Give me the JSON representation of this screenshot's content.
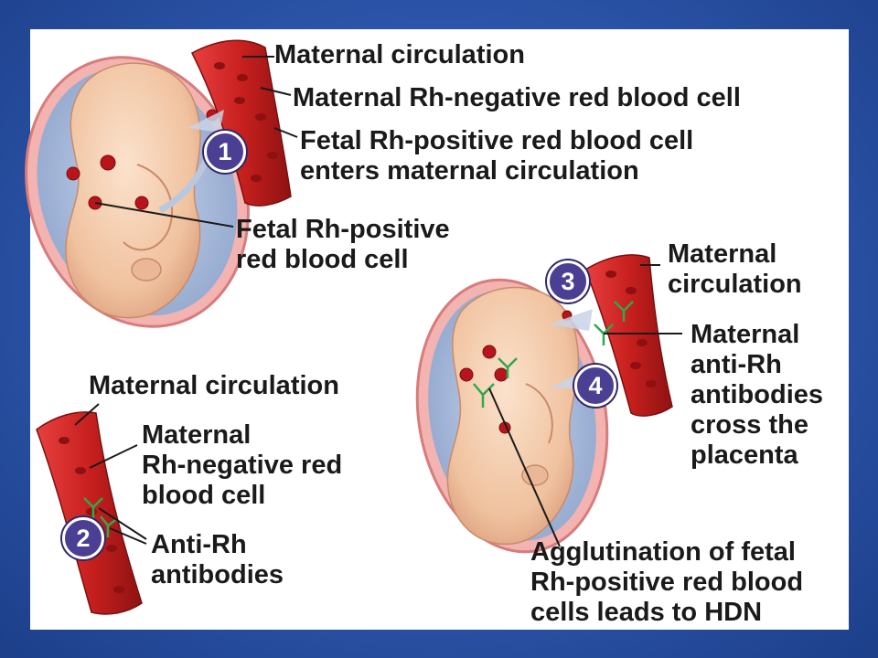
{
  "labels": {
    "maternal_circulation_1": "Maternal circulation",
    "maternal_rh_negative_1": "Maternal Rh-negative red blood cell",
    "fetal_enters_line1": "Fetal Rh-positive red blood cell",
    "fetal_enters_line2": "enters maternal circulation",
    "fetal_rbc_line1": "Fetal Rh-positive",
    "fetal_rbc_line2": "red blood cell",
    "maternal_circulation_2": "Maternal circulation",
    "maternal_rh_neg_2_line1": "Maternal",
    "maternal_rh_neg_2_line2": "Rh-negative red",
    "maternal_rh_neg_2_line3": "blood cell",
    "anti_rh_line1": "Anti-Rh",
    "anti_rh_line2": "antibodies",
    "maternal_circulation_3_line1": "Maternal",
    "maternal_circulation_3_line2": "circulation",
    "cross_line1": "Maternal",
    "cross_line2": "anti-Rh",
    "cross_line3": "antibodies",
    "cross_line4": "cross the",
    "cross_line5": "placenta",
    "agglutination_line1": "Agglutination of fetal",
    "agglutination_line2": "Rh-positive red blood",
    "agglutination_line3": "cells leads to HDN"
  },
  "steps": [
    "1",
    "2",
    "3",
    "4"
  ],
  "colors": {
    "background": "#2b54a8",
    "panel": "#ffffff",
    "vessel": "#c8201e",
    "fetal_cell": "#b8141c",
    "antibody": "#2fa84f",
    "step_badge": "#4b3f93",
    "uterus": "#f0a7a7",
    "fetus": "#f2c8a8"
  }
}
